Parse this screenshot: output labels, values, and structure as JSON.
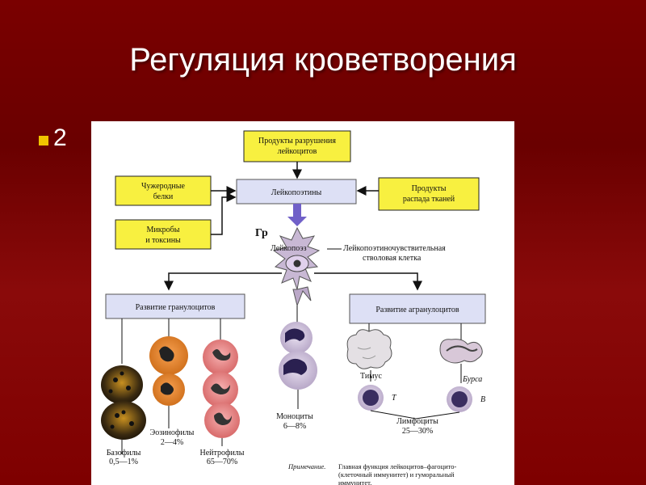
{
  "slide": {
    "title": "Регуляция кроветворения",
    "bullet": "2"
  },
  "colors": {
    "background": "#7a0000",
    "title": "#ffffff",
    "bullet_marker": "#f0c400",
    "yellow_box": "#f8f040",
    "blue_box": "#dde0f5",
    "arrow_purple": "#7060c8"
  },
  "diagram": {
    "box_products_destruction": [
      "Продукты разрушения",
      "лейкоцитов"
    ],
    "box_foreign_proteins": [
      "Чужеродные",
      "белки"
    ],
    "box_microbes": [
      "Микробы",
      "и токсины"
    ],
    "box_leukopoietins": "Лейкопоэтины",
    "box_tissue_products": [
      "Продукты",
      "распада тканей"
    ],
    "label_gr": "Гр",
    "label_stem_cell": [
      "Лейкопоэтиночувствительная",
      "стволовая клетка"
    ],
    "label_leukopoiesis": "Лейкопоэз",
    "box_granulocytes": "Развитие гранулоцитов",
    "box_agranulocytes": "Развитие агранулоцитов",
    "label_thymus": "Тимус",
    "label_bursa": "Бурса",
    "label_t": "T",
    "label_b": "B",
    "label_basophils": [
      "Базофилы",
      "0,5—1%"
    ],
    "label_eosinophils": [
      "Эозинофилы",
      "2—4%"
    ],
    "label_neutrophils": [
      "Нейтрофилы",
      "65—70%"
    ],
    "label_monocytes": [
      "Моноциты",
      "6—8%"
    ],
    "label_lymphocytes": [
      "Лимфоциты",
      "25—30%"
    ],
    "note_label": "Примечание.",
    "note_text": [
      "Главная функция лейкоцитов–фагоцито-",
      "(клеточный иммунитет) и гуморальный",
      "иммунитет."
    ]
  }
}
